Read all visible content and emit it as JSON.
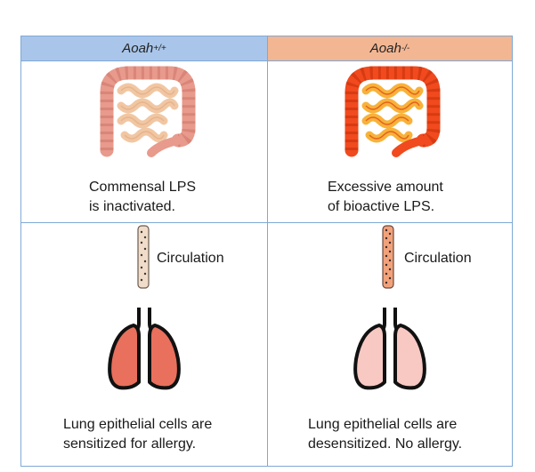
{
  "headers": {
    "left": {
      "base": "Aoah",
      "sup": "+/+"
    },
    "right": {
      "base": "Aoah",
      "sup": "-/-"
    }
  },
  "left": {
    "gut_text_line1": "Commensal LPS",
    "gut_text_line2": "is inactivated.",
    "circulation_label": "Circulation",
    "lung_text_line1": "Lung epithelial cells are",
    "lung_text_line2": "sensitized for allergy."
  },
  "right": {
    "gut_text_line1": "Excessive amount",
    "gut_text_line2": "of bioactive LPS.",
    "circulation_label": "Circulation",
    "lung_text_line1": "Lung epithelial cells are",
    "lung_text_line2": "desensitized. No allergy."
  },
  "colors": {
    "header_left": "#a9c6ea",
    "header_right": "#f3b693",
    "grid_line": "#7fa9d6",
    "gut_normal": "#e89a8c",
    "gut_inflamed": "#f04a1e",
    "lung_sensitized": "#e8705c",
    "lung_desensitized": "#f7c9c2"
  }
}
